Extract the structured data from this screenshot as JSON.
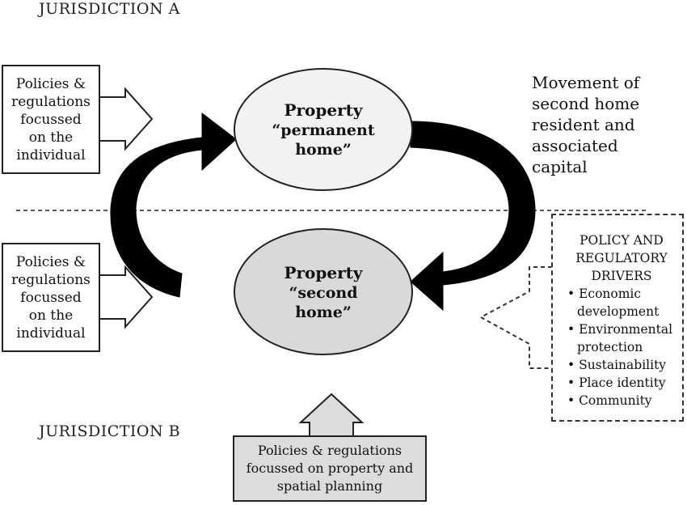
{
  "jurisdiction_a": "JURISDICTION A",
  "jurisdiction_b": "JURISDICTION B",
  "individual_policy_top": [
    "Policies &",
    "regulations",
    "focussed",
    "on the",
    "individual"
  ],
  "individual_policy_bottom": [
    "Policies &",
    "regulations",
    "focussed",
    "on the",
    "individual"
  ],
  "permanent_home": {
    "line1": "Property",
    "line2": "“permanent",
    "line3": "home”"
  },
  "second_home": {
    "line1": "Property",
    "line2": "“second",
    "line3": "home”"
  },
  "movement": [
    "Movement of",
    "second home",
    "resident and",
    "associated",
    "capital"
  ],
  "drivers": {
    "title1": "POLICY AND",
    "title2": "REGULATORY",
    "title3": "DRIVERS",
    "items": [
      "• Economic development",
      "• Environmental protection",
      "• Sustainability",
      "• Place identity",
      "• Community"
    ]
  },
  "property_policy": [
    "Policies & regulations",
    "focussed on property and",
    "spatial planning"
  ],
  "colors": {
    "permanent_fill": "#f2f2f2",
    "second_fill": "#d9d9d9",
    "arrow": "#000000",
    "bottom_box": "#dcdcdc"
  }
}
